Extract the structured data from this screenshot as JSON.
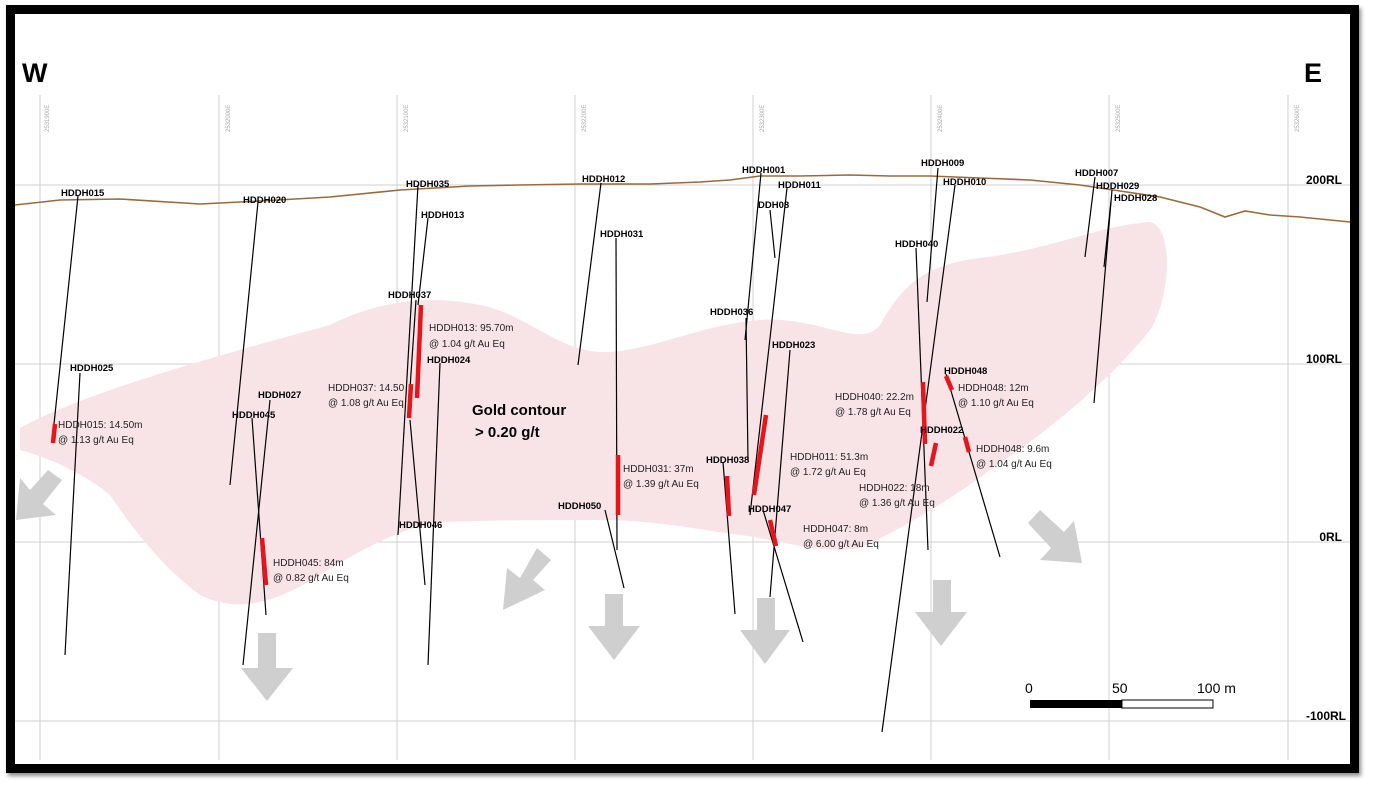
{
  "section": {
    "west_label": "W",
    "east_label": "E",
    "rl_labels": [
      "200RL",
      "100RL",
      "0RL",
      "-100RL"
    ],
    "eastings": [
      "2531900E",
      "2532000E",
      "2532100E",
      "2532200E",
      "2532300E",
      "2532400E",
      "2532500E",
      "2532600E"
    ],
    "contour_label_line1": "Gold contour",
    "contour_label_line2": "> 0.20 g/t",
    "scale": {
      "label_0": "0",
      "label_50": "50",
      "label_100": "100 m"
    },
    "colors": {
      "topography": "#9a6a3a",
      "contour_fill": "#f8e4e6",
      "intercept": "#e8141b",
      "arrow": "#cfcfcf",
      "grid": "#d0d0d0"
    },
    "holes": [
      "HDDH015",
      "HDDH020",
      "HDDH035",
      "HDDH013",
      "HDDH037",
      "HDDH024",
      "HDDH012",
      "HDDH031",
      "HDDH001",
      "HDDH011",
      "DDH08",
      "HDDH036",
      "HDDH023",
      "HDDH009",
      "HDDH010",
      "HDDH040",
      "HDDH048",
      "HDDH022",
      "HDDH007",
      "HDDH029",
      "HDDH028",
      "HDDH025",
      "HDDH027",
      "HDDH045",
      "HDDH046",
      "HDDH050",
      "HDDH038",
      "HDDH047"
    ],
    "intercepts": [
      {
        "line1": "HDDH015: 14.50m",
        "line2": "@ 1.13 g/t Au Eq"
      },
      {
        "line1": "HDDH013: 95.70m",
        "line2": "@ 1.04 g/t Au Eq"
      },
      {
        "line1": "HDDH037: 14.50",
        "line2": "@ 1.08 g/t Au Eq"
      },
      {
        "line1": "HDDH045: 84m",
        "line2": "@ 0.82 g/t Au Eq"
      },
      {
        "line1": "HDDH031: 37m",
        "line2": "@ 1.39 g/t Au Eq"
      },
      {
        "line1": "HDDH011: 51.3m",
        "line2": "@ 1.72 g/t Au Eq"
      },
      {
        "line1": "HDDH047: 8m",
        "line2": "@ 6.00 g/t Au Eq"
      },
      {
        "line1": "HDDH040: 22.2m",
        "line2": "@ 1.78 g/t Au Eq"
      },
      {
        "line1": "HDDH022: 18m",
        "line2": "@ 1.36 g/t Au Eq"
      },
      {
        "line1": "HDDH048: 12m",
        "line2": "@ 1.10 g/t Au Eq"
      },
      {
        "line1": "HDDH048: 9.6m",
        "line2": "@ 1.04 g/t Au Eq"
      }
    ]
  }
}
